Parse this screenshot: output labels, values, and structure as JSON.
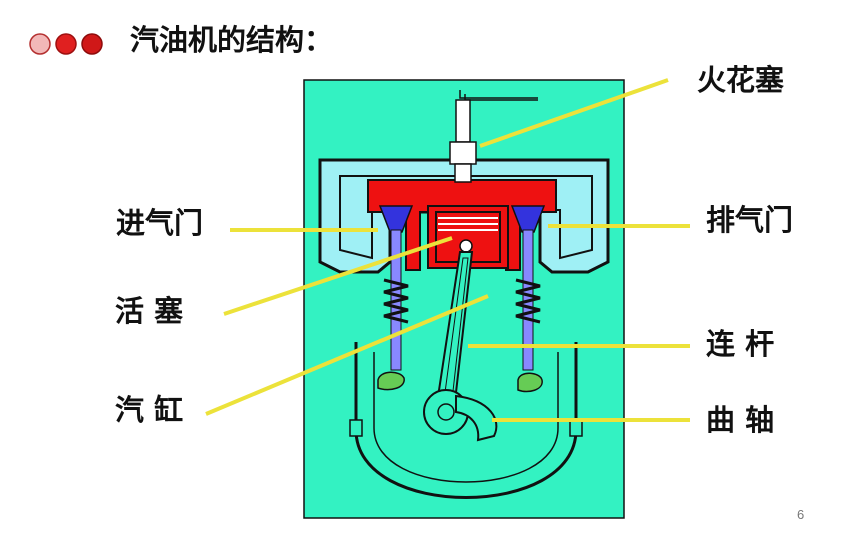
{
  "title": "汽油机的结构：",
  "bullets": [
    {
      "color": "#f2b8b8"
    },
    {
      "color": "#e02020"
    },
    {
      "color": "#d01818"
    }
  ],
  "labels": {
    "spark_plug": "火花塞",
    "intake_valve": "进气门",
    "exhaust_valve": "排气门",
    "piston": "活 塞",
    "connecting_rod": "连 杆",
    "cylinder": "汽 缸",
    "crankshaft": "曲 轴"
  },
  "page_number": "6",
  "colors": {
    "background_panel": "#33f2c2",
    "combustion_chamber": "#ee1111",
    "valve": "#3333dd",
    "cylinder_head_water": "#9ff0f5",
    "leader_line": "#ece23a",
    "cam": "#66cc55"
  }
}
